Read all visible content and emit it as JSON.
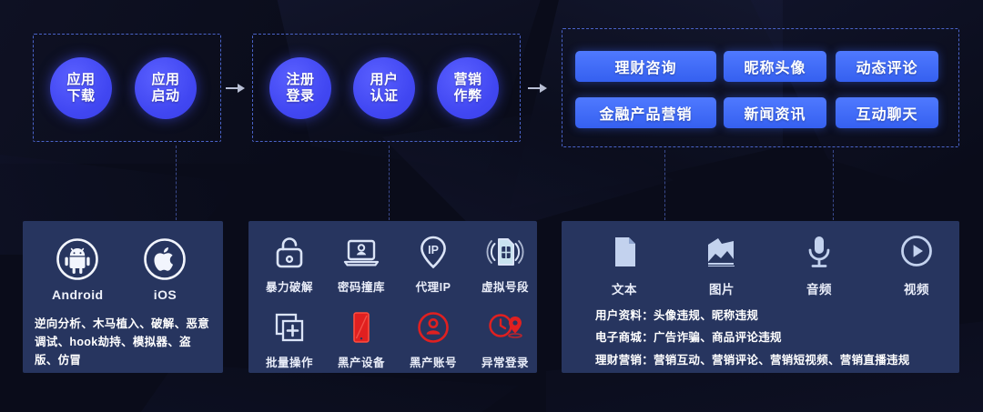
{
  "colors": {
    "background": "#0a0c1a",
    "circle_blue": "#4147f2",
    "pill_blue": "#3560f0",
    "panel_navy": "#27355f",
    "dash_border": "#4a63c8",
    "red_icon": "#e02020",
    "light_icon": "#c7d3ef"
  },
  "flow": {
    "groups": [
      {
        "id": "group-app",
        "type": "circles",
        "nodes": [
          {
            "line1": "应用",
            "line2": "下载"
          },
          {
            "line1": "应用",
            "line2": "启动"
          }
        ]
      },
      {
        "id": "group-account",
        "type": "circles",
        "nodes": [
          {
            "line1": "注册",
            "line2": "登录"
          },
          {
            "line1": "用户",
            "line2": "认证"
          },
          {
            "line1": "营销",
            "line2": "作弊"
          }
        ]
      },
      {
        "id": "group-content",
        "type": "pills",
        "rows": [
          [
            "理财咨询",
            "昵称头像",
            "动态评论"
          ],
          [
            "金融产品营销",
            "新闻资讯",
            "互动聊天"
          ]
        ]
      }
    ],
    "arrows": [
      "arrow-1",
      "arrow-2"
    ]
  },
  "panels": {
    "left": {
      "platforms": [
        {
          "icon": "android-icon",
          "label": "Android"
        },
        {
          "icon": "apple-icon",
          "label": "iOS"
        }
      ],
      "description": "逆向分析、木马植入、破解、恶意调试、hook劫持、模拟器、盗版、仿冒"
    },
    "middle": {
      "row1": [
        {
          "icon": "unlock-icon",
          "label": "暴力破解",
          "color": "light"
        },
        {
          "icon": "laptop-user-icon",
          "label": "密码撞库",
          "color": "light"
        },
        {
          "icon": "ip-pin-icon",
          "label": "代理IP",
          "color": "light"
        },
        {
          "icon": "sim-card-icon",
          "label": "虚拟号段",
          "color": "light"
        }
      ],
      "row2": [
        {
          "icon": "batch-add-icon",
          "label": "批量操作",
          "color": "light"
        },
        {
          "icon": "phone-icon",
          "label": "黑产设备",
          "color": "red"
        },
        {
          "icon": "user-circle-icon",
          "label": "黑产账号",
          "color": "red"
        },
        {
          "icon": "clock-location-icon",
          "label": "异常登录",
          "color": "red"
        }
      ]
    },
    "right": {
      "media": [
        {
          "icon": "document-icon",
          "label": "文本"
        },
        {
          "icon": "image-icon",
          "label": "图片"
        },
        {
          "icon": "microphone-icon",
          "label": "音频"
        },
        {
          "icon": "play-circle-icon",
          "label": "视频"
        }
      ],
      "lines": [
        "用户资料：头像违规、昵称违规",
        "电子商城：广告诈骗、商品评论违规",
        "理财营销：营销互动、营销评论、营销短视频、营销直播违规"
      ]
    }
  }
}
